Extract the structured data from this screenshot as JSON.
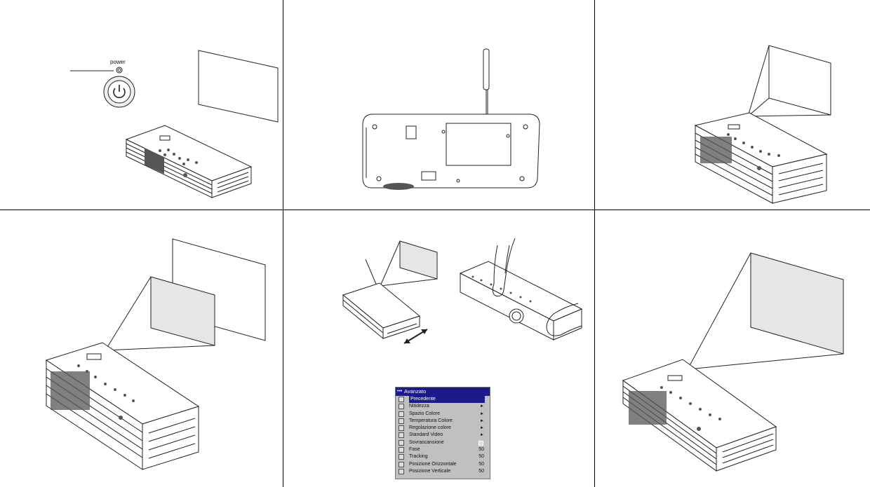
{
  "power_panel": {
    "label": "power"
  },
  "menu": {
    "title": "Avanzato",
    "items": [
      {
        "label": "Precedente",
        "icon": "back-arrow-icon",
        "value": "",
        "kind": "selected"
      },
      {
        "label": "Nitidezza",
        "icon": "sharpness-icon",
        "value": "►",
        "kind": "submenu"
      },
      {
        "label": "Spazio Colore",
        "icon": "color-space-icon",
        "value": "►",
        "kind": "submenu"
      },
      {
        "label": "Temperatura Colore",
        "icon": "thermometer-icon",
        "value": "►",
        "kind": "submenu"
      },
      {
        "label": "Regolazione colore",
        "icon": "color-adjust-icon",
        "value": "►",
        "kind": "submenu"
      },
      {
        "label": "Standard Video",
        "icon": "video-standard-icon",
        "value": "►",
        "kind": "submenu"
      },
      {
        "label": "Sovrascansione",
        "icon": "overscan-icon",
        "value": "",
        "kind": "checkbox"
      },
      {
        "label": "Fase",
        "icon": "phase-icon",
        "value": "50",
        "kind": "value"
      },
      {
        "label": "Tracking",
        "icon": "tracking-icon",
        "value": "50",
        "kind": "value"
      },
      {
        "label": "Posizione Orizzontale",
        "icon": "horizontal-position-icon",
        "value": "50",
        "kind": "value"
      },
      {
        "label": "Posizione Verticale",
        "icon": "vertical-position-icon",
        "value": "50",
        "kind": "value"
      }
    ]
  }
}
